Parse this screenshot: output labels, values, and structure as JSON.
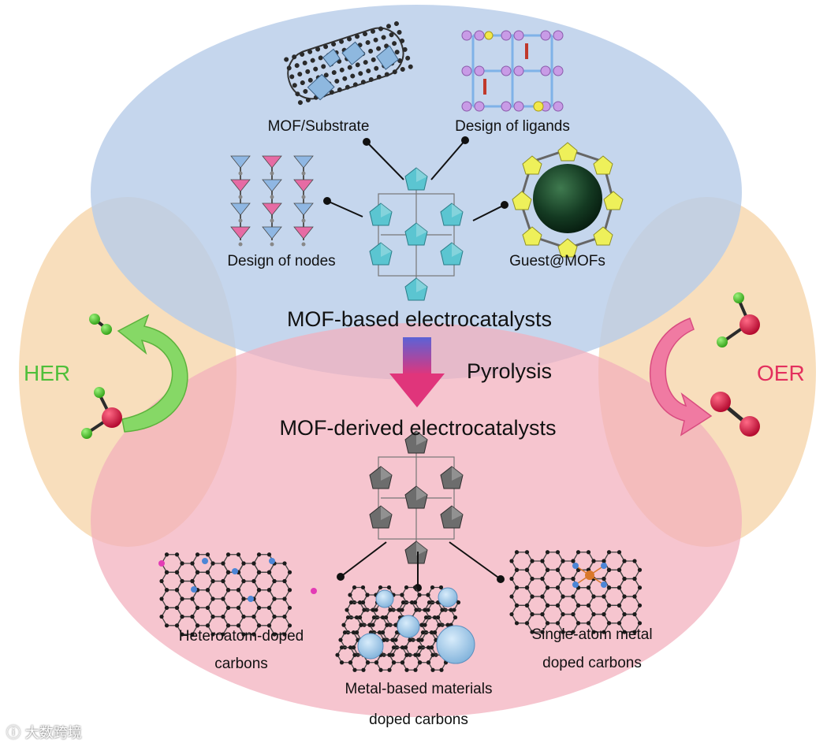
{
  "top": {
    "title": "MOF-based electrocatalysts",
    "items": {
      "substrate": "MOF/Substrate",
      "ligands": "Design of ligands",
      "nodes": "Design of nodes",
      "guest": "Guest@MOFs"
    }
  },
  "middle": {
    "arrow_label": "Pyrolysis"
  },
  "bottom": {
    "title": "MOF-derived electrocatalysts",
    "items": {
      "heteroatom_l1": "Heteroatom-doped",
      "heteroatom_l2": "carbons",
      "metal_l1": "Metal-based materials",
      "metal_l2": "doped carbons",
      "single_l1": "Single-atom metal",
      "single_l2": "doped carbons"
    }
  },
  "left": {
    "label": "HER"
  },
  "right": {
    "label": "OER"
  },
  "watermark": "大数跨境",
  "colors": {
    "top_ellipse": "#c2d4ea",
    "bottom_ellipse": "#f6c2cd",
    "side_ellipse": "#f8dcb8",
    "her_text": "#4fbf3a",
    "oer_text": "#e3305e",
    "her_arrow": "#7ad05a",
    "oer_arrow": "#ee5c8e",
    "pyrolysis_top": "#5b62d6",
    "pyrolysis_bottom": "#e0357b",
    "mof_color": "#5bc5d1",
    "mof_derived_color": "#6d6d6d",
    "oxygen": "#d9113b",
    "hydrogen": "#4ec02e"
  },
  "icons": [
    "mof-cube-structure-icon",
    "carbon-nanotube-icon",
    "ligand-framework-icon",
    "node-chain-icon",
    "guest-sphere-cage-icon",
    "derived-mof-icon",
    "heteroatom-graphene-icon",
    "metal-nanoparticle-sheet-icon",
    "single-atom-graphene-icon",
    "h2-molecule-icon",
    "water-molecule-icon",
    "o2-molecule-icon"
  ]
}
